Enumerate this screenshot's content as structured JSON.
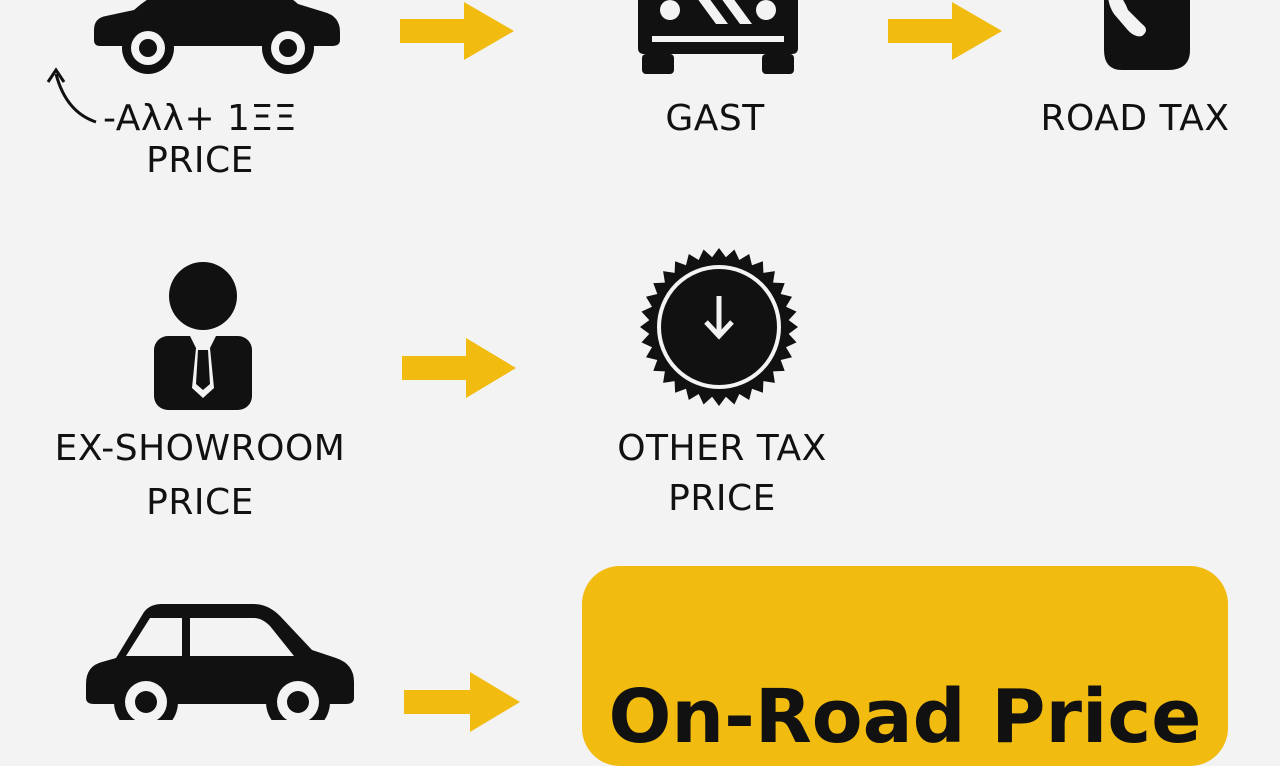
{
  "colors": {
    "accent": "#f2bb10",
    "ink": "#111111",
    "background": "#f3f3f3"
  },
  "steps": [
    {
      "label_line1": "-Aλλ+ 1ΞΞ",
      "label_line2": "PRICE",
      "icon": "car-side-icon"
    },
    {
      "label_line1": "GAST",
      "icon": "car-front-icon"
    },
    {
      "label_line1": "ROAD TAX",
      "icon": "hand-icon"
    },
    {
      "label_line1": "EX-SHOWROOM",
      "label_line2": "PRICE",
      "icon": "person-tie-icon"
    },
    {
      "label_line1": "OTHER TAX",
      "label_line2": "PRICE",
      "icon": "badge-arrow-down-icon"
    },
    {
      "icon": "hatchback-car-icon"
    }
  ],
  "result": {
    "label": "On-Road Price"
  }
}
